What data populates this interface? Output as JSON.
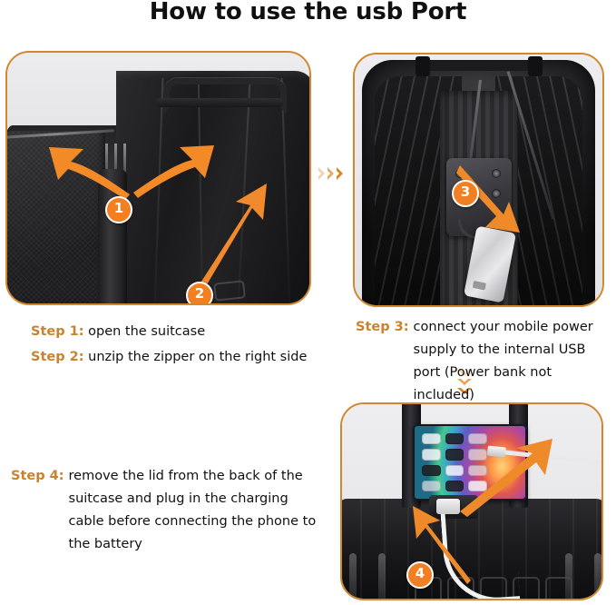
{
  "page": {
    "title": "How to use the usb Port",
    "accent_orange": "#f28022",
    "border_orange": "#d2872f",
    "label_orange": "#c9832c",
    "text_black": "#111111",
    "panel_bg": "#e9e9eb"
  },
  "panels": [
    {
      "name": "open-suitcase",
      "badges": [
        "1",
        "2"
      ],
      "icons": [
        "arrow-left-icon",
        "arrow-right-icon",
        "arrow-up-right-icon"
      ]
    },
    {
      "name": "power-bank",
      "badges": [
        "3"
      ],
      "icons": [
        "arrow-down-right-icon"
      ]
    },
    {
      "name": "usb-port",
      "badges": [
        "4"
      ],
      "icons": [
        "arrow-up-right-icon",
        "arrow-up-left-icon"
      ]
    }
  ],
  "transitions": {
    "right_chevrons": [
      "chevron-right-icon",
      "chevron-right-icon",
      "chevron-right-icon"
    ],
    "down_chevrons": [
      "chevron-down-icon",
      "chevron-down-icon",
      "chevron-down-icon"
    ]
  },
  "steps": [
    {
      "id": 1,
      "label": "Step 1:",
      "text": "open the suitcase"
    },
    {
      "id": 2,
      "label": "Step 2:",
      "text": "unzip the zipper on the right side"
    },
    {
      "id": 3,
      "label": "Step 3:",
      "text": "connect your mobile power supply to the internal USB port (Power bank not included)"
    },
    {
      "id": 4,
      "label": "Step 4:",
      "text": "remove the lid from the back of the suitcase and plug in the charging cable before connecting the phone to the battery"
    }
  ],
  "badges": {
    "one": "1",
    "two": "2",
    "three": "3",
    "four": "4"
  }
}
